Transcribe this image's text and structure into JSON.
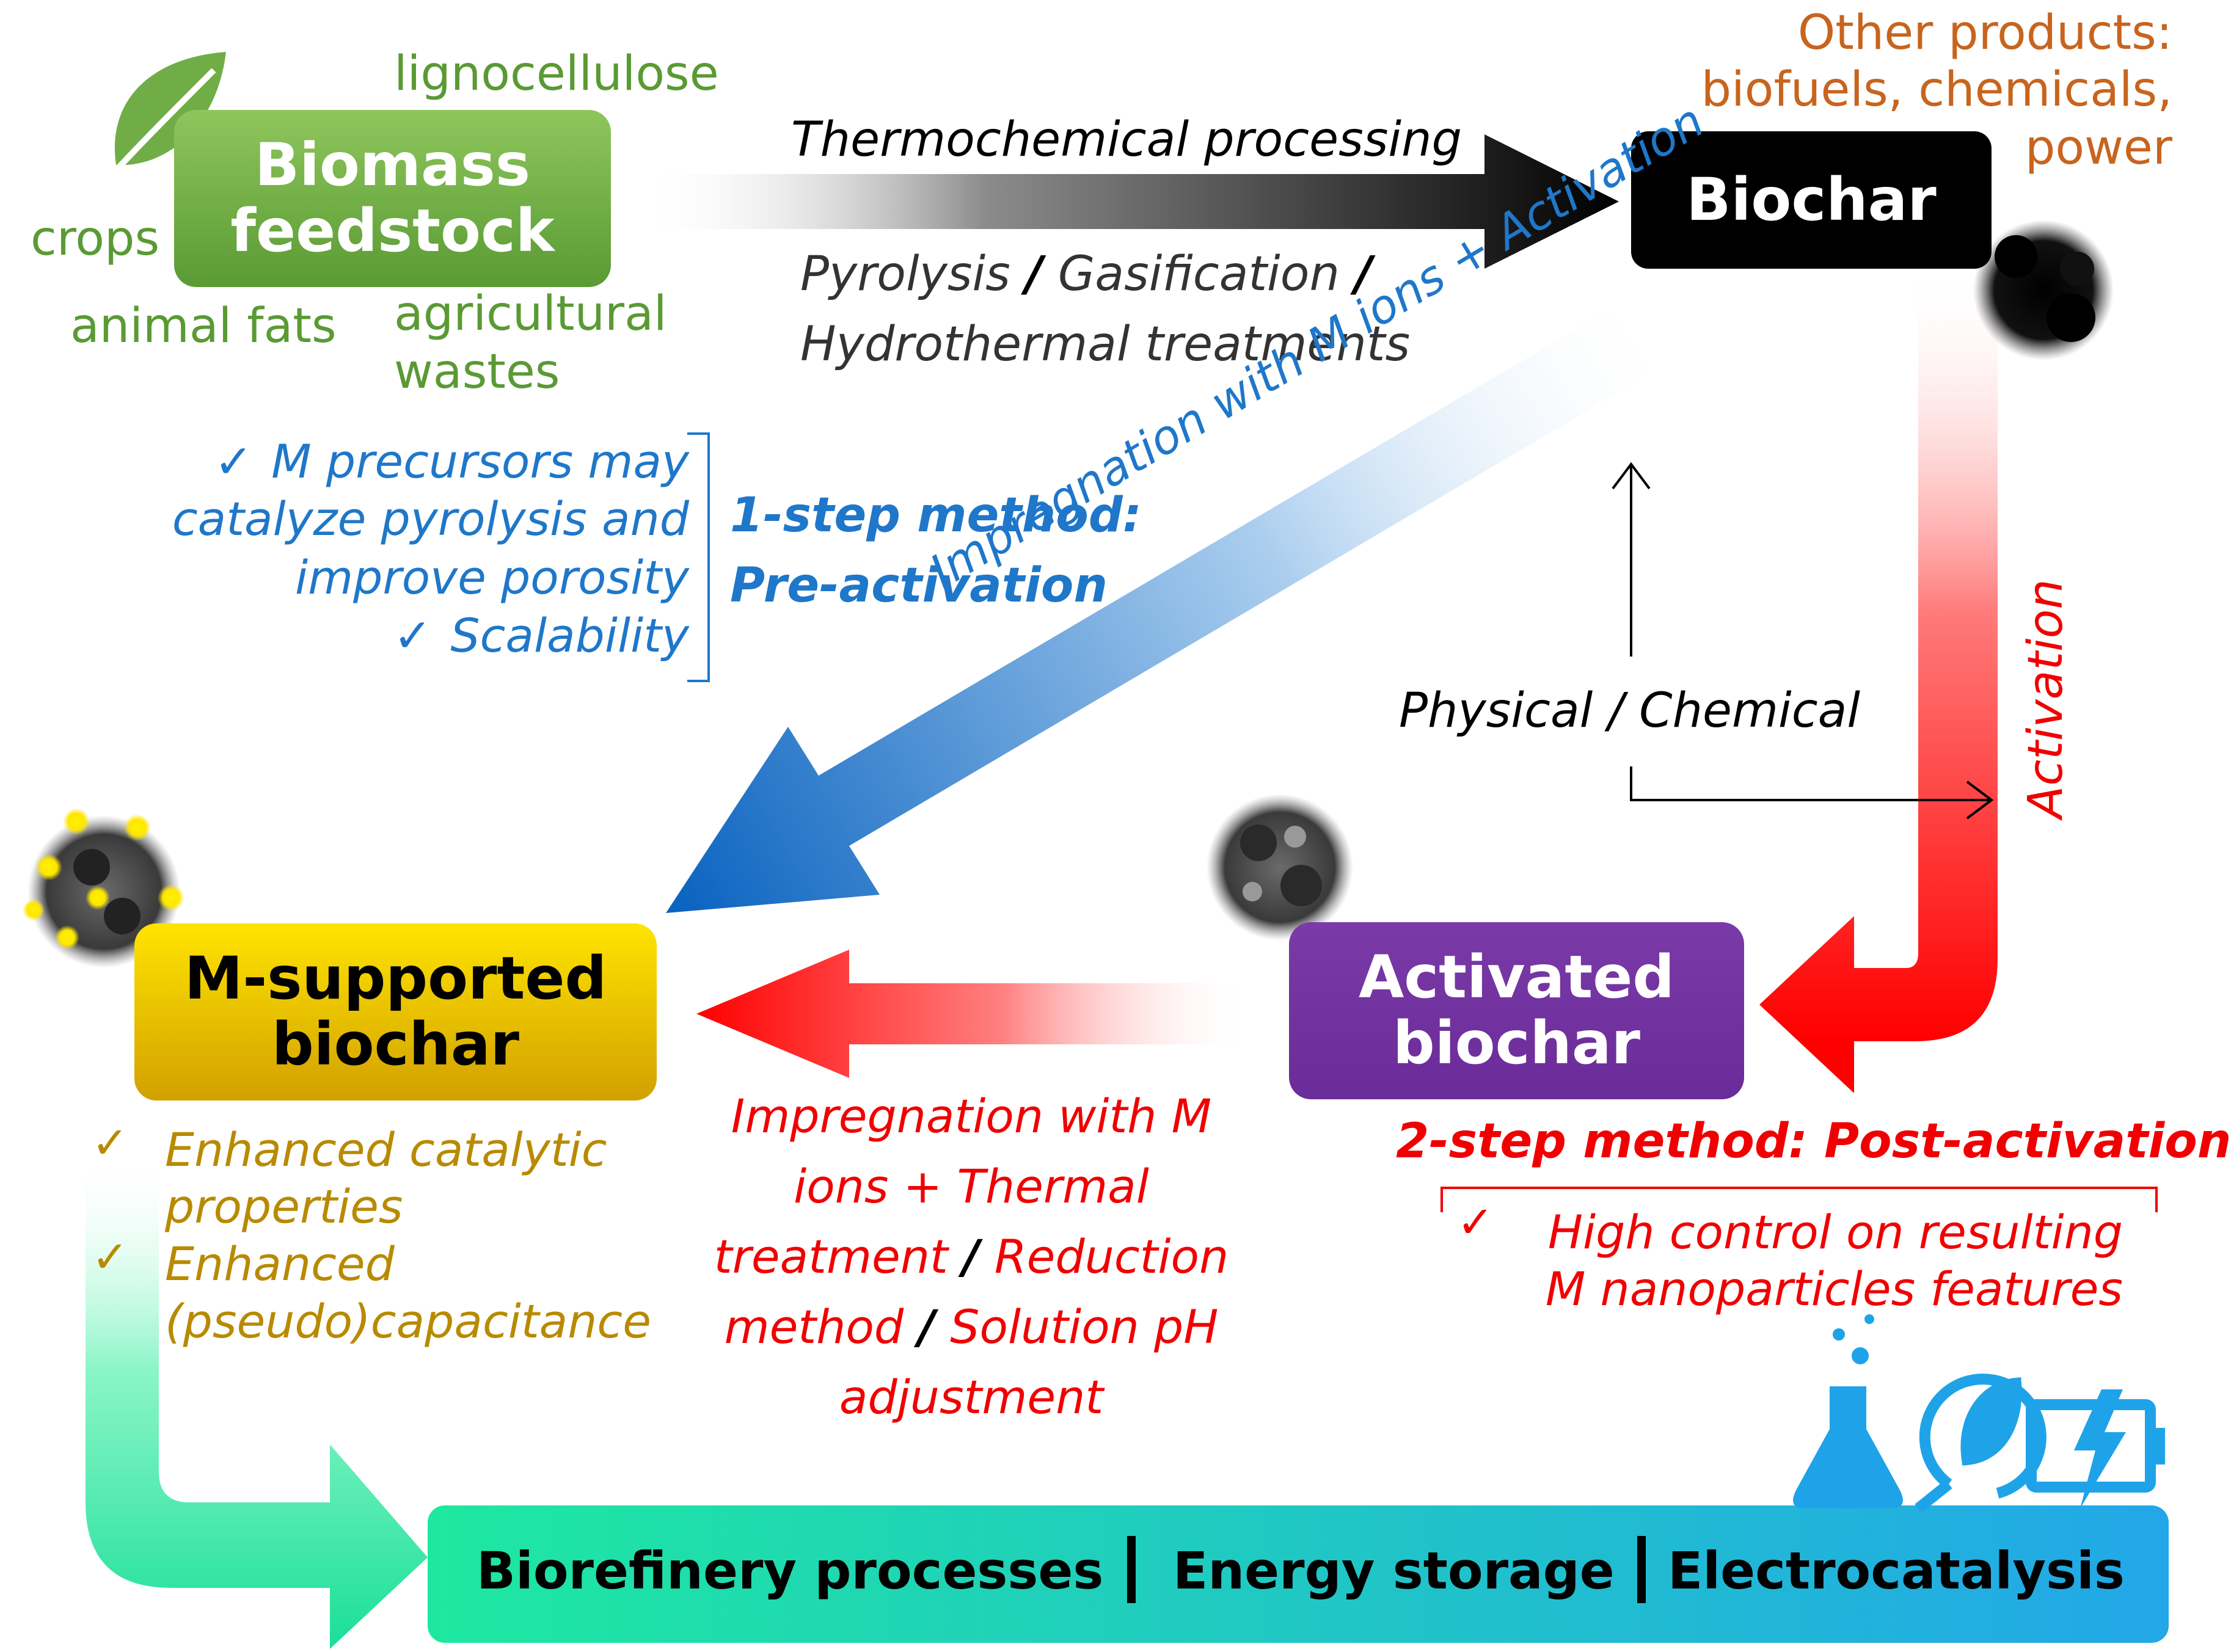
{
  "colors": {
    "green": "#5a9a34",
    "blue": "#1f77c9",
    "red": "#f00000",
    "gold": "#b88a00",
    "orange": "#c8641e",
    "purple": "#7030a0",
    "black": "#000000"
  },
  "feedstock": {
    "box": [
      "Biomass",
      "feedstock"
    ],
    "sources": {
      "lignocellulose": "lignocellulose",
      "crops": "crops",
      "animal_fats": "animal fats",
      "agricultural_wastes": [
        "agricultural",
        "wastes"
      ]
    }
  },
  "thermochemical": {
    "label": "Thermochemical processing",
    "methods": [
      "Pyrolysis",
      "Gasification",
      "Hydrothermal treatments"
    ],
    "separator": "/"
  },
  "biochar": {
    "box": "Biochar",
    "other_products": [
      "Other products:",
      "biofuels, chemicals,",
      "power"
    ]
  },
  "one_step": {
    "advantages": [
      "M precursors may",
      "catalyze pyrolysis and",
      "improve porosity",
      "Scalability"
    ],
    "method": [
      "1-step method:",
      "Pre-activation"
    ],
    "arrow_label": "Impregnation with M ions + Activation"
  },
  "activation": {
    "label": "Activation",
    "types": "Physical / Chemical"
  },
  "activated_biochar": {
    "box": [
      "Activated",
      "biochar"
    ]
  },
  "m_supported": {
    "box": [
      "M-supported",
      "biochar"
    ],
    "benefits": [
      "Enhanced catalytic",
      "properties",
      "Enhanced",
      "(pseudo)capacitance"
    ]
  },
  "two_step": {
    "method": "2-step method: Post-activation",
    "advantage": [
      "High control on resulting",
      "M nanoparticles features"
    ],
    "impregnation": [
      "Impregnation with M",
      "ions + Thermal",
      "treatment",
      "Reduction",
      "method",
      "Solution pH",
      "adjustment"
    ]
  },
  "applications": {
    "items": [
      "Biorefinery processes",
      "Energy storage",
      "Electrocatalysis"
    ],
    "icons": [
      "flask-icon",
      "leaf-plug-icon",
      "battery-bolt-icon"
    ]
  },
  "check_mark": "✓"
}
